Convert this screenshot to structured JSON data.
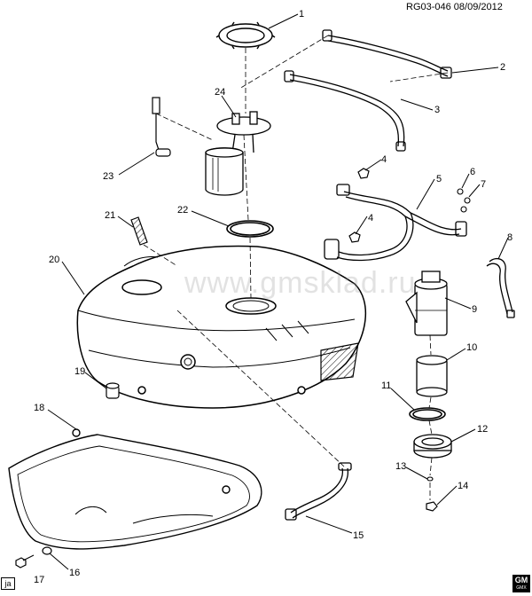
{
  "header": {
    "code": "RG03-046 08/09/2012"
  },
  "watermark": "www.gmsklad.ru",
  "callouts": [
    {
      "id": "1",
      "label": "1"
    },
    {
      "id": "2",
      "label": "2"
    },
    {
      "id": "3",
      "label": "3"
    },
    {
      "id": "4a",
      "label": "4"
    },
    {
      "id": "4b",
      "label": "4"
    },
    {
      "id": "5",
      "label": "5"
    },
    {
      "id": "6",
      "label": "6"
    },
    {
      "id": "7",
      "label": "7"
    },
    {
      "id": "8",
      "label": "8"
    },
    {
      "id": "9",
      "label": "9"
    },
    {
      "id": "10",
      "label": "10"
    },
    {
      "id": "11",
      "label": "11"
    },
    {
      "id": "12",
      "label": "12"
    },
    {
      "id": "13",
      "label": "13"
    },
    {
      "id": "14",
      "label": "14"
    },
    {
      "id": "15",
      "label": "15"
    },
    {
      "id": "16",
      "label": "16"
    },
    {
      "id": "17",
      "label": "17"
    },
    {
      "id": "18",
      "label": "18"
    },
    {
      "id": "19",
      "label": "19"
    },
    {
      "id": "20",
      "label": "20"
    },
    {
      "id": "21",
      "label": "21"
    },
    {
      "id": "22",
      "label": "22"
    },
    {
      "id": "23",
      "label": "23"
    },
    {
      "id": "24",
      "label": "24"
    }
  ],
  "footer": {
    "ja_label": "ja",
    "logo_text": "GM",
    "logo_subtext": "GMX"
  },
  "colors": {
    "line": "#000000",
    "shade": "#d8d8d8",
    "watermark": "#969696"
  }
}
